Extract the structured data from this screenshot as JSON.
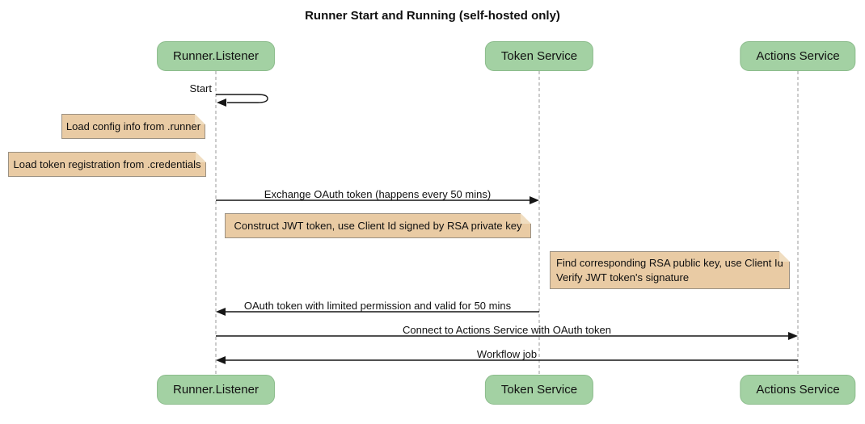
{
  "diagram": {
    "type": "sequence",
    "title": "Runner Start and Running (self-hosted only)",
    "participants": [
      {
        "label": "Runner.Listener"
      },
      {
        "label": "Token Service"
      },
      {
        "label": "Actions Service"
      }
    ],
    "messages": [
      {
        "label": "Start",
        "from": "Runner.Listener",
        "to": "Runner.Listener",
        "kind": "self"
      },
      {
        "label": "Exchange OAuth token (happens every 50 mins)",
        "from": "Runner.Listener",
        "to": "Token Service",
        "kind": "solid-arrow"
      },
      {
        "label": "OAuth token with limited permission and valid for 50 mins",
        "from": "Token Service",
        "to": "Runner.Listener",
        "kind": "solid-arrow"
      },
      {
        "label": "Connect to Actions Service with OAuth token",
        "from": "Runner.Listener",
        "to": "Actions Service",
        "kind": "solid-arrow"
      },
      {
        "label": "Workflow job",
        "from": "Actions Service",
        "to": "Runner.Listener",
        "kind": "solid-arrow"
      }
    ],
    "notes": [
      {
        "text": "Load config info from .runner",
        "position": "left of Runner.Listener"
      },
      {
        "text": "Load token registration from .credentials",
        "position": "left of Runner.Listener"
      },
      {
        "text": "Construct JWT token, use Client Id signed by RSA private key",
        "position": "right of Runner.Listener"
      },
      {
        "line1": "Find corresponding RSA public key, use Client Id",
        "line2": "Verify JWT token's signature",
        "position": "left of Actions Service"
      }
    ],
    "colors": {
      "participant_fill": "#a3d1a3",
      "participant_border": "#8cbc8c",
      "note_fill": "#e9cba4",
      "note_border": "#9b9183",
      "lifeline": "#999999",
      "arrow": "#161616",
      "background": "#ffffff"
    }
  }
}
